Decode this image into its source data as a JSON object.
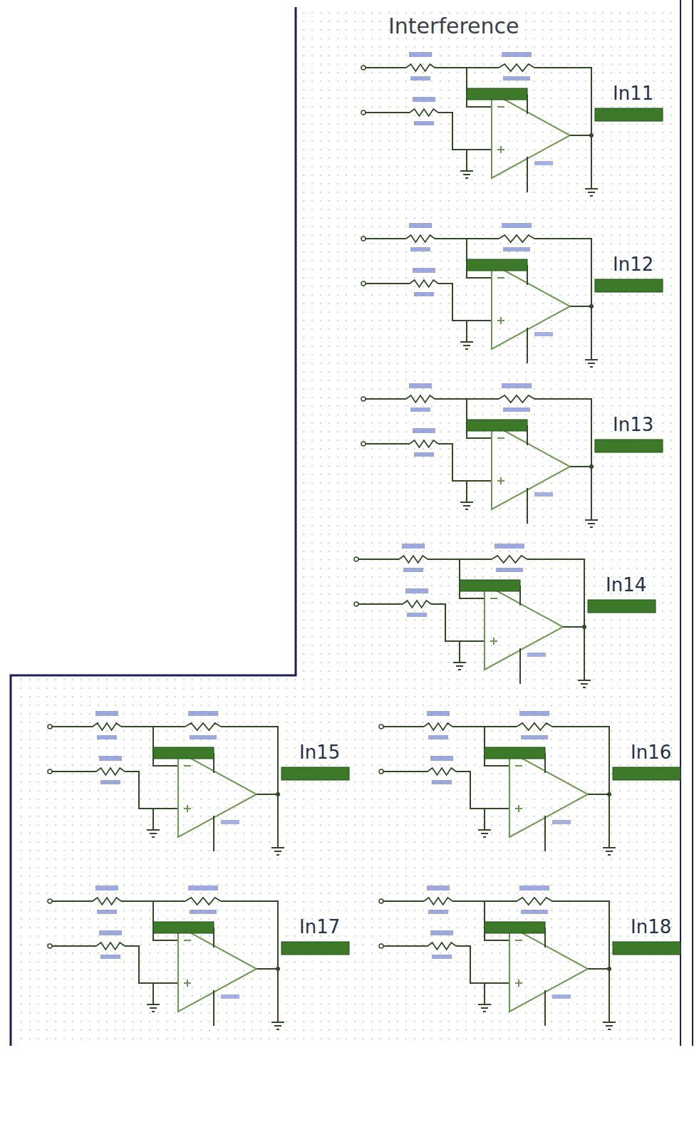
{
  "diagram": {
    "title": "Interference",
    "labels": [
      "In11",
      "In12",
      "In13",
      "In14",
      "In15",
      "In16",
      "In17",
      "In18"
    ]
  }
}
